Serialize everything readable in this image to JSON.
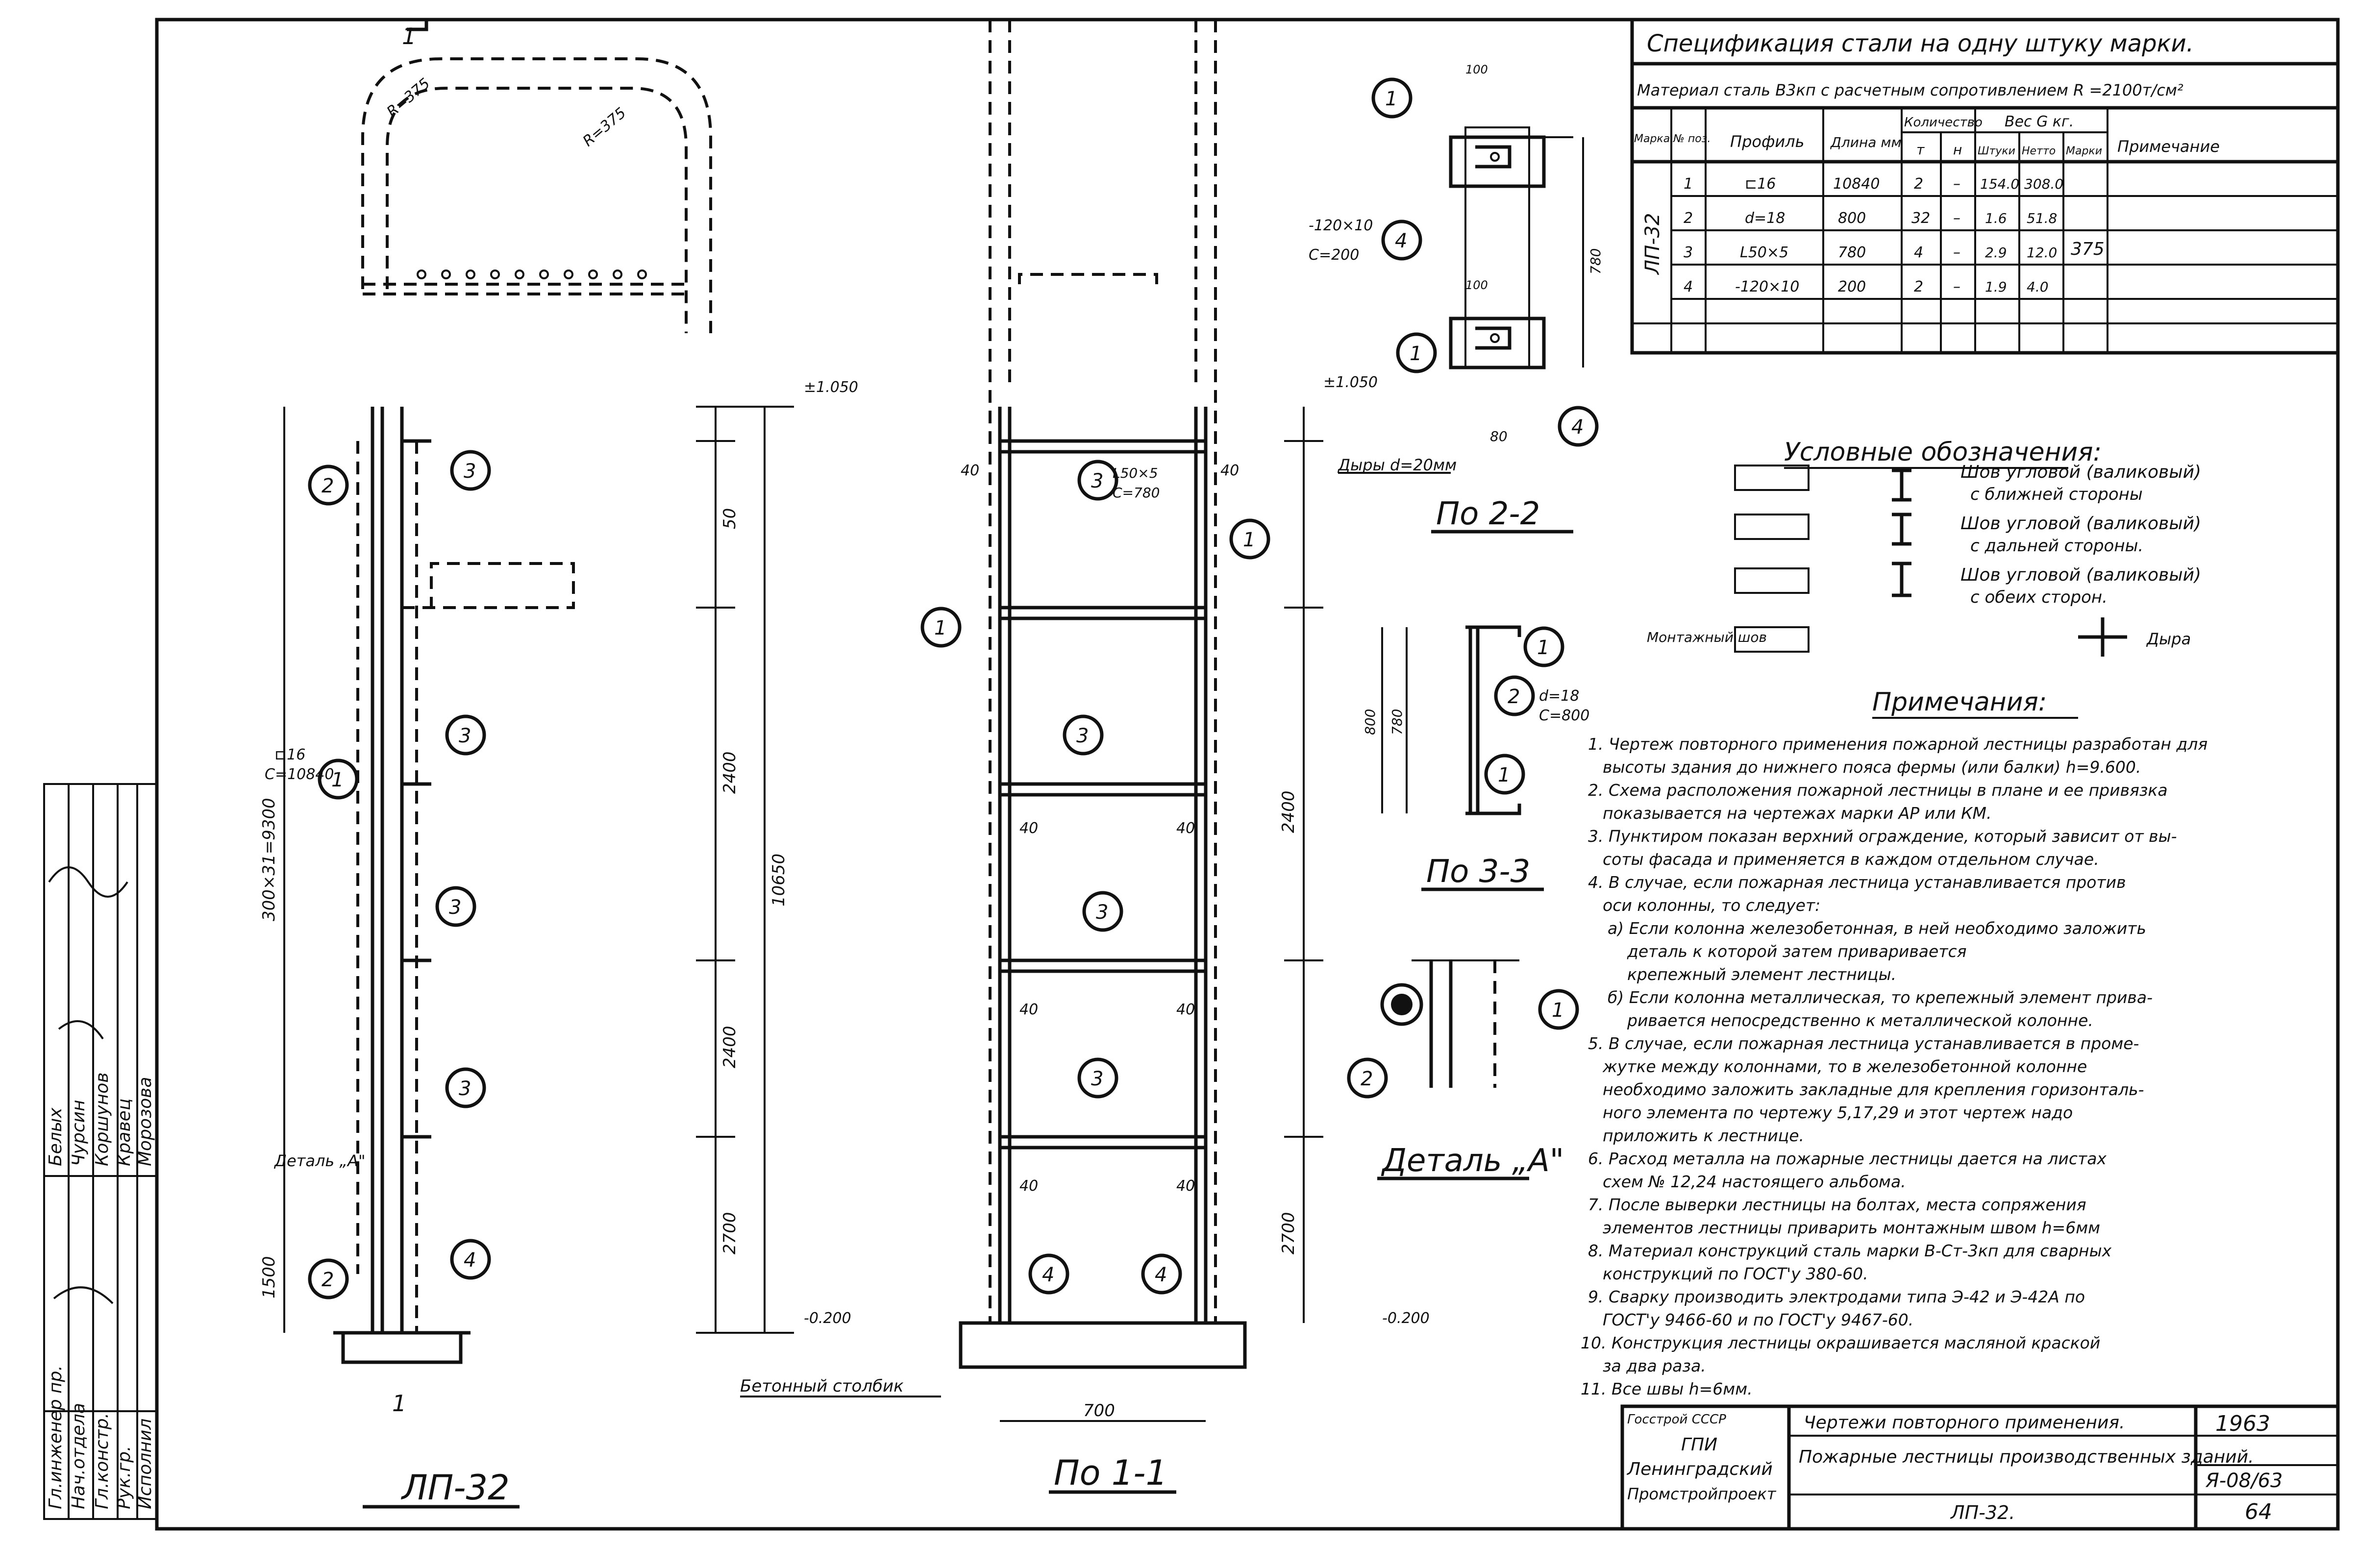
{
  "spec": {
    "title": "Спецификация стали на одну штуку марки.",
    "material": "Материал сталь В3кп с расчетным сопротивлением R =2100т/см²",
    "headers": {
      "mark": "Марка",
      "pos": "№ поз.",
      "profile": "Профиль",
      "length": "Длина мм",
      "qty": "Количество",
      "qty_t": "т",
      "qty_n": "н",
      "weight": "Вес G кг.",
      "w_piece": "Штуки",
      "w_total": "Нетто",
      "w_mark": "Марки",
      "note": "Примечание"
    },
    "mark": "ЛП-32",
    "mark_weight": "375",
    "rows": [
      {
        "pos": "1",
        "profile": "⊏16",
        "length": "10840",
        "t": "2",
        "n": "–",
        "piece": "154.0",
        "total": "308.0"
      },
      {
        "pos": "2",
        "profile": "d=18",
        "length": "800",
        "t": "32",
        "n": "–",
        "piece": "1.6",
        "total": "51.8"
      },
      {
        "pos": "3",
        "profile": "L50×5",
        "length": "780",
        "t": "4",
        "n": "–",
        "piece": "2.9",
        "total": "12.0"
      },
      {
        "pos": "4",
        "profile": "-120×10",
        "length": "200",
        "t": "2",
        "n": "–",
        "piece": "1.9",
        "total": "4.0"
      }
    ]
  },
  "legend": {
    "title": "Условные обозначения:",
    "items": [
      {
        "l1": "Шов угловой (валиковый)",
        "l2": "с ближней стороны"
      },
      {
        "l1": "Шов угловой (валиковый)",
        "l2": "с дальней стороны."
      },
      {
        "l1": "Шов угловой (валиковый)",
        "l2": "с обеих сторон."
      }
    ],
    "mount": "Монтажный шов",
    "hole": "Дыра"
  },
  "notes": {
    "title": "Примечания:",
    "items": [
      "1. Чертеж повторного применения пожарной лестницы разработан для",
      "высоты здания до нижнего пояса фермы (или балки) h=9.600.",
      "2. Схема расположения пожарной лестницы в плане и ее привязка",
      "показывается на чертежах марки АР или КМ.",
      "3. Пунктиром показан верхний ограждение, который зависит от вы-",
      "соты фасада и применяется в каждом отдельном случае.",
      "4. В случае, если пожарная лестница устанавливается против",
      "оси колонны, то следует:",
      "а) Если колонна железобетонная, в ней необходимо заложить",
      "деталь                     к которой затем приваривается",
      "крепежный элемент лестницы.",
      "б) Если колонна металлическая, то крепежный элемент прива-",
      "ривается непосредственно к металлической колонне.",
      "5. В случае, если пожарная лестница устанавливается в проме-",
      "жутке между колоннами, то в железобетонной колонне",
      "необходимо заложить закладные для крепления горизонталь-",
      "ного элемента по чертежу 5,17,29 и этот чертеж надо",
      "приложить к лестнице.",
      "6. Расход металла на пожарные лестницы дается на листах",
      "схем № 12,24 настоящего альбома.",
      "7. После выверки лестницы на болтах, места сопряжения",
      "элементов лестницы приварить монтажным швом h=6мм",
      "8. Материал конструкций сталь марки В-Ст-3кп для сварных",
      "конструкций по ГОСТ'у 380-60.",
      "9. Сварку производить электродами типа Э-42 и Э-42А по",
      "ГОСТ'у 9466-60 и по ГОСТ'у 9467-60.",
      "10. Конструкция лестницы окрашивается масляной краской",
      "за два раза.",
      "11. Все швы h=6мм."
    ]
  },
  "titleblock": {
    "org1": "Госстрой СССР",
    "org2": "ГПИ",
    "org3": "Ленинградский",
    "org4": "Промстройпроект",
    "line1": "Чертежи повторного применения.",
    "line2": "Пожарные лестницы производственных зданий.",
    "line3": "ЛП-32.",
    "year": "1963",
    "code": "Я-08/63",
    "sheet": "64"
  },
  "labels": {
    "main_view": "ЛП-32",
    "section11": "По 1-1",
    "section22": "По 2-2",
    "section33": "По 3-3",
    "detailA": "Деталь „А\"",
    "detail_ref": "Деталь „А\"",
    "beton": "Бетонный столбик",
    "holes": "Дыры d=20мм",
    "plate_txt": "-120×10",
    "plate_c": "C=200",
    "rung_d": "d=18",
    "rung_c": "C=800",
    "angle_txt": "L50×5",
    "angle_c": "C=780",
    "channel_txt": "⊏16",
    "channel_c": "C=10840",
    "r375": "R=375",
    "lev_top": "±1.050",
    "lev_bot": "-0.200",
    "w700": "700",
    "h800": "800",
    "dim_9300": "300×31=9300",
    "dim_10650": "10650",
    "dim_2400a": "2400",
    "dim_2400b": "2400",
    "dim_2400c": "2400",
    "dim_2700": "2700",
    "dim_1500": "1500",
    "d40": "40",
    "d50": "50",
    "d780": "780",
    "d100": "100",
    "d80": "80"
  },
  "side": {
    "rows": [
      "Гл.инженер пр.",
      "Нач.отдела",
      "Гл.констр.",
      "Рук.гр.",
      "Исполнил"
    ],
    "names": [
      "Белых",
      "Чурсин",
      "Коршунов",
      "Кравец",
      "Морозова"
    ]
  }
}
